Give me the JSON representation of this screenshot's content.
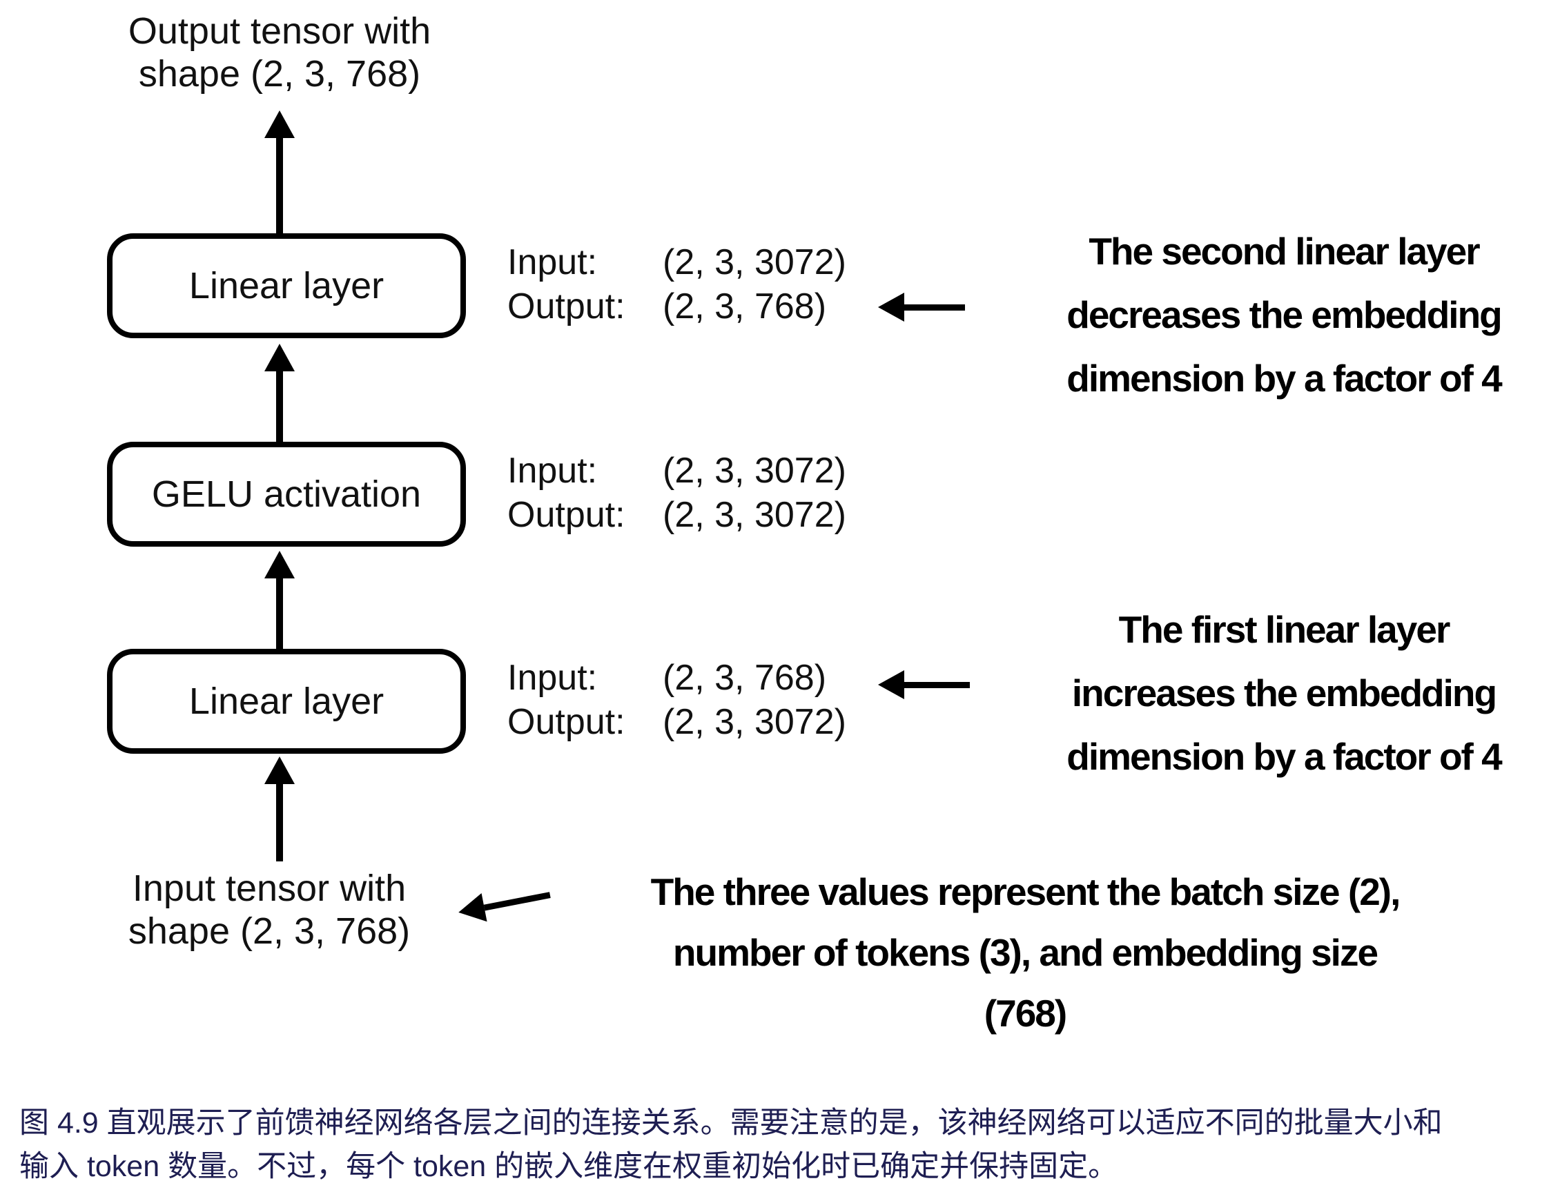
{
  "figure": {
    "output_tensor_label": {
      "lines": [
        "Output tensor with",
        "shape (2, 3, 768)"
      ]
    },
    "input_tensor_label": {
      "lines": [
        "Input tensor with",
        "shape (2, 3, 768)"
      ]
    },
    "layers": [
      {
        "label": "Linear layer",
        "io": {
          "input_label": "Input:",
          "input_shape": "(2, 3, 3072)",
          "output_label": "Output:",
          "output_shape": "(2, 3, 768)"
        }
      },
      {
        "label": "GELU activation",
        "io": {
          "input_label": "Input:",
          "input_shape": "(2, 3, 3072)",
          "output_label": "Output:",
          "output_shape": "(2, 3, 3072)"
        }
      },
      {
        "label": "Linear layer",
        "io": {
          "input_label": "Input:",
          "input_shape": "(2, 3, 768)",
          "output_label": "Output:",
          "output_shape": "(2, 3, 3072)"
        }
      }
    ],
    "annotations": {
      "second_linear": {
        "lines": [
          "The second linear layer",
          "decreases the embedding",
          "dimension by a factor of 4"
        ]
      },
      "first_linear": {
        "lines": [
          "The first linear layer",
          "increases the embedding",
          "dimension by a factor of 4"
        ]
      },
      "tensor_values": {
        "lines": [
          "The three values represent the batch size (2),",
          "number of tokens (3), and embedding size",
          "(768)"
        ]
      }
    }
  },
  "caption": {
    "lines": [
      "图 4.9 直观展示了前馈神经网络各层之间的连接关系。需要注意的是，该神经网络可以适应不同的批量大小和",
      "输入 token 数量。不过，每个 token 的嵌入维度在权重初始化时已确定并保持固定。"
    ]
  },
  "colors": {
    "diagram_text": "#111111",
    "caption_text": "#1e1e52",
    "arrow": "#000000",
    "background": "#ffffff"
  }
}
